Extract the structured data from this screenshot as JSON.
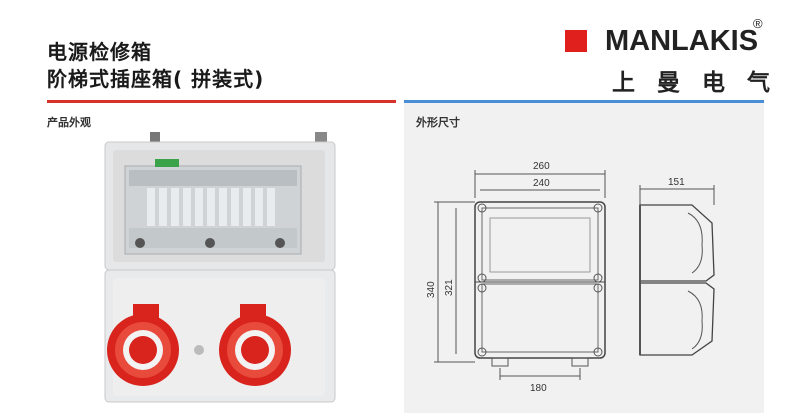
{
  "header": {
    "title_line1": "电源检修箱",
    "title_line2": "阶梯式插座箱( 拼装式)"
  },
  "brand": {
    "name": "MANLAKIS",
    "registered": "®",
    "chinese": "上曼电气",
    "accent_color": "#e0201c"
  },
  "sections": {
    "appearance_label": "产品外观",
    "dimensions_label": "外形尺寸"
  },
  "dimensions": {
    "width_outer": "260",
    "width_inner": "240",
    "depth": "151",
    "height_outer": "340",
    "height_inner": "321",
    "mount_spacing": "180"
  },
  "colors": {
    "red_bar": "#d8302a",
    "blue_bar": "#4a8fd6",
    "socket_red": "#d9241e"
  }
}
